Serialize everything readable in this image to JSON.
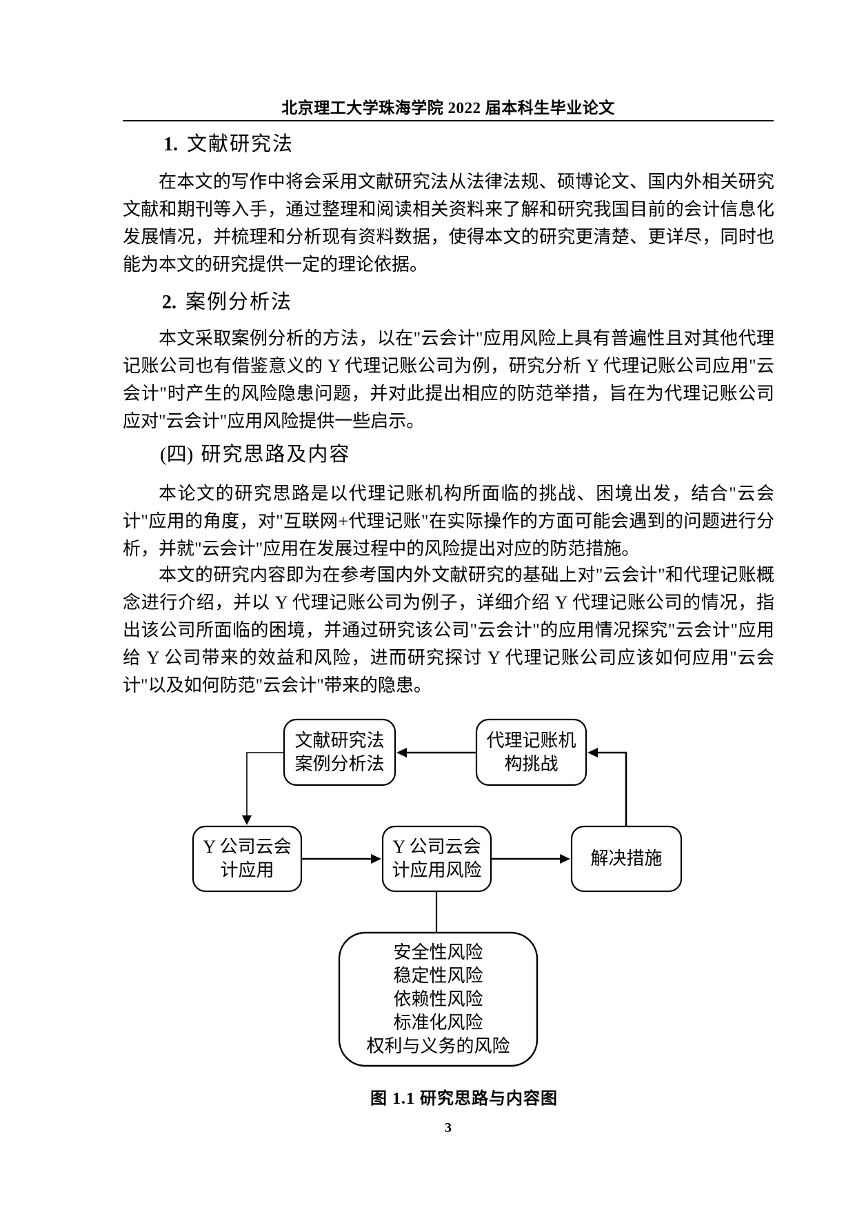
{
  "header": {
    "title": "北京理工大学珠海学院 2022 届本科生毕业论文"
  },
  "content": {
    "section1": {
      "number": "1.",
      "title": "文献研究法",
      "body": "在本文的写作中将会采用文献研究法从法律法规、硕博论文、国内外相关研究文献和期刊等入手，通过整理和阅读相关资料来了解和研究我国目前的会计信息化发展情况，并梳理和分析现有资料数据，使得本文的研究更清楚、更详尽，同时也能为本文的研究提供一定的理论依据。"
    },
    "section2": {
      "number": "2.",
      "title": "案例分析法",
      "body": "本文采取案例分析的方法，以在\"云会计\"应用风险上具有普遍性且对其他代理记账公司也有借鉴意义的 Y 代理记账公司为例，研究分析 Y 代理记账公司应用\"云会计\"时产生的风险隐患问题，并对此提出相应的防范举措，旨在为代理记账公司应对\"云会计\"应用风险提供一些启示。"
    },
    "section4": {
      "number": "(四)",
      "title": "研究思路及内容",
      "para1": "本论文的研究思路是以代理记账机构所面临的挑战、困境出发，结合\"云会计\"应用的角度，对\"互联网+代理记账\"在实际操作的方面可能会遇到的问题进行分析，并就\"云会计\"应用在发展过程中的风险提出对应的防范措施。",
      "para2": "本文的研究内容即为在参考国内外文献研究的基础上对\"云会计\"和代理记账概念进行介绍，并以 Y 代理记账公司为例子，详细介绍 Y 代理记账公司的情况，指出该公司所面临的困境，并通过研究该公司\"云会计\"的应用情况探究\"云会计\"应用给 Y 公司带来的效益和风险，进而研究探讨 Y 代理记账公司应该如何应用\"云会计\"以及如何防范\"云会计\"带来的隐患。"
    }
  },
  "diagram": {
    "boxes": {
      "methods": {
        "line1": "文献研究法",
        "line2": "案例分析法"
      },
      "challenge": {
        "line1": "代理记账机",
        "line2": "构挑战"
      },
      "application": {
        "line1": "Y 公司云会",
        "line2": "计应用"
      },
      "risk": {
        "line1": "Y 公司云会",
        "line2": "计应用风险"
      },
      "solution": {
        "line1": "解决措施"
      },
      "risklist": {
        "line1": "安全性风险",
        "line2": "稳定性风险",
        "line3": "依赖性风险",
        "line4": "标准化风险",
        "line5": "权利与义务的风险"
      }
    },
    "caption": "图 1.1 研究思路与内容图"
  },
  "footer": {
    "page_number": "3"
  },
  "colors": {
    "ink": "#000000",
    "paper": "#ffffff"
  }
}
